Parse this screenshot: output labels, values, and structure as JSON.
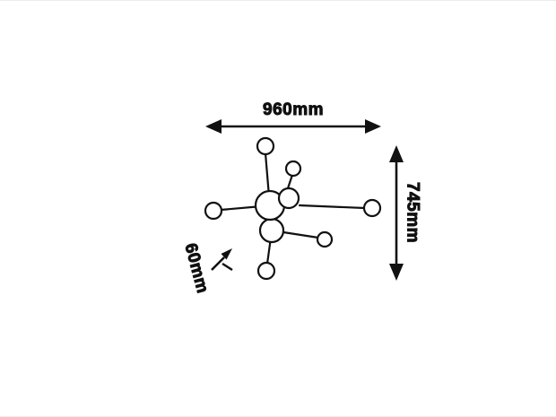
{
  "diagram": {
    "kind": "product-dimension-drawing",
    "colors": {
      "ink": "#111111",
      "background": "#ffffff"
    },
    "dimensions": {
      "width": {
        "label": "960mm"
      },
      "height": {
        "label": "745mm"
      },
      "detail": {
        "label": "60mm"
      }
    }
  }
}
